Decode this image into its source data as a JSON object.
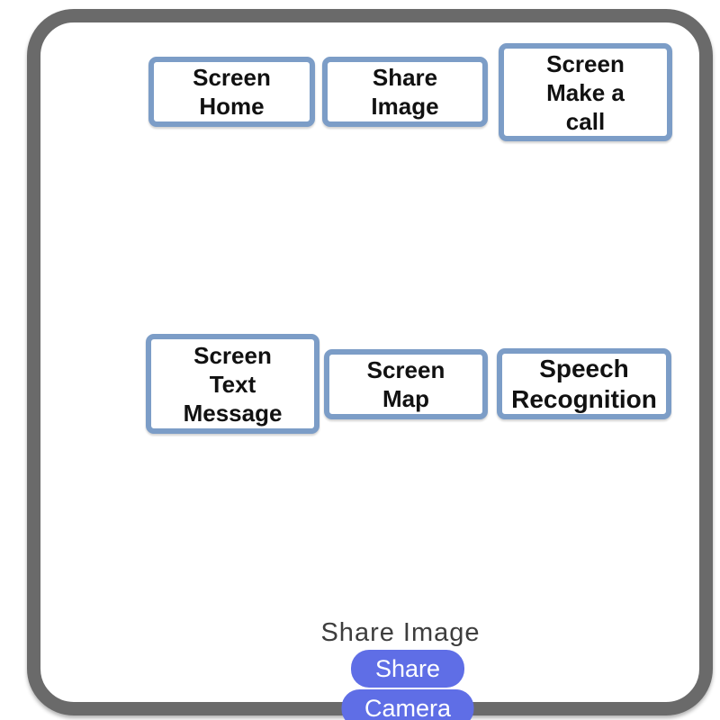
{
  "screen": {
    "name": "Share Image"
  },
  "nav_buttons": [
    {
      "name": "screen-home",
      "label": "Screen\nHome"
    },
    {
      "name": "share-image",
      "label": "Share\nImage"
    },
    {
      "name": "screen-make-a-call",
      "label": "Screen\nMake a\ncall"
    },
    {
      "name": "screen-text-message",
      "label": "Screen\nText\nMessage"
    },
    {
      "name": "screen-map",
      "label": "Screen\nMap"
    },
    {
      "name": "speech-recognition",
      "label": "Speech\nRecognition"
    }
  ],
  "share_section": {
    "title": "Share Image",
    "share_button": "Share",
    "camera_button": "Camera"
  },
  "colors": {
    "frame_gray": "#6A6A6A",
    "nav_button_border": "#7C9DC7",
    "nav_button_text": "#111111",
    "accent_purple": "#5F6EE6",
    "section_title_text": "#3D3D3D",
    "background": "#FFFFFF"
  }
}
